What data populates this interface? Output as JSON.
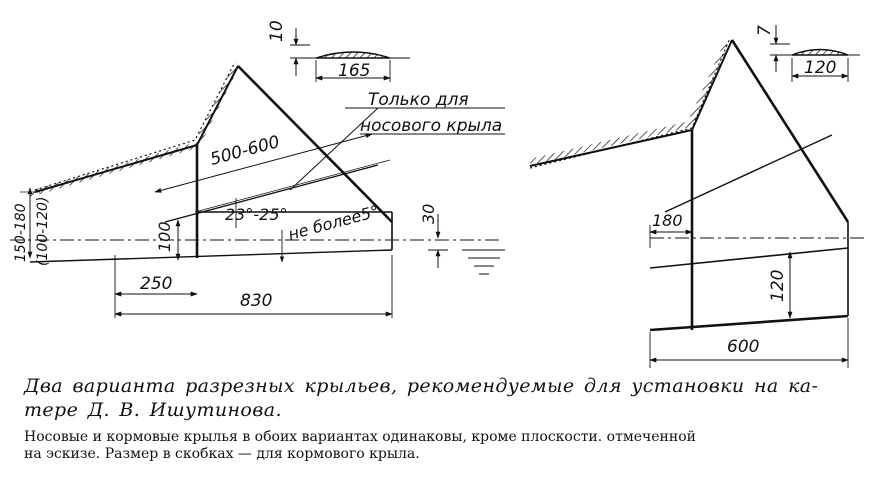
{
  "left_variant": {
    "profile_chord": "165",
    "profile_thickness": "10",
    "note_line1": "Только для",
    "note_line2": "носового крыла",
    "span_dim": "500-600",
    "sweep_angle": "23°-25°",
    "dihedral_note": "не более5°",
    "depth_dim": "30",
    "height_dim": "100",
    "vertical_dim_main": "150-180",
    "vertical_dim_alt": "(100-120)",
    "offset_dim": "250",
    "length_dim": "830"
  },
  "right_variant": {
    "profile_chord": "120",
    "profile_thickness": "7",
    "offset_dim": "180",
    "height_dim": "120",
    "length_dim": "600"
  },
  "caption": {
    "title_line1": "Два  варианта  разрезных  крыльев,  рекомендуемые  для установки на ка-",
    "title_line2": "тере  Д.  В.  Ишутинова.",
    "note_line1": "Носовые и кормовые  крылья в обоих вариантах одинаковы, кроме плоскости. отмеченной",
    "note_line2": "на эскизе. Размер в скобках — для кормового крыла."
  }
}
